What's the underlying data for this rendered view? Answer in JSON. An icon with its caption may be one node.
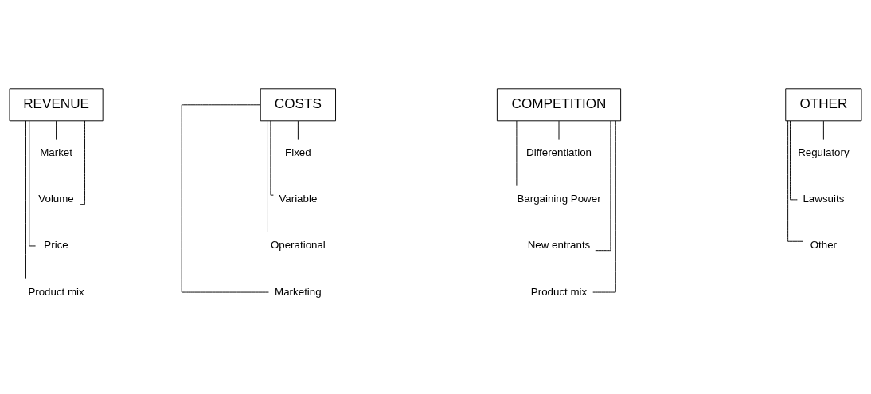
{
  "diagram": {
    "nodes": [
      {
        "text": [
          "REVENUE"
        ]
      },
      {
        "text": [
          "Market"
        ]
      },
      {
        "text": [
          "Volume"
        ]
      },
      {
        "text": [
          "Price"
        ]
      },
      {
        "text": [
          "Product mix"
        ]
      },
      {
        "text": [
          "COSTS"
        ]
      },
      {
        "text": [
          "Fixed"
        ]
      },
      {
        "text": [
          "Variable"
        ]
      },
      {
        "text": [
          "Operational"
        ]
      },
      {
        "text": [
          "Marketing"
        ]
      },
      {
        "text": [
          "COMPETITION"
        ]
      },
      {
        "text": [
          "Differentiation"
        ]
      },
      {
        "text": [
          "Bargaining Power"
        ]
      },
      {
        "text": [
          "New entrants"
        ]
      },
      {
        "text": [
          "Product mix"
        ]
      },
      {
        "text": [
          "OTHER"
        ]
      },
      {
        "text": [
          "Regulatory"
        ]
      },
      {
        "text": [
          "Lawsuits"
        ]
      },
      {
        "text": [
          "Other"
        ]
      }
    ],
    "edges": [
      {
        "from": 0,
        "to": 1,
        "arrow": "none"
      },
      {
        "from": 0,
        "to": 2,
        "arrow": "none"
      },
      {
        "from": 0,
        "to": 3,
        "arrow": "none"
      },
      {
        "from": 0,
        "to": 4,
        "arrow": "none"
      },
      {
        "from": 5,
        "to": 6,
        "arrow": "none"
      },
      {
        "from": 5,
        "to": 7,
        "arrow": "none"
      },
      {
        "from": 5,
        "to": 8,
        "arrow": "none"
      },
      {
        "from": 5,
        "to": 9,
        "arrow": "none"
      },
      {
        "from": 10,
        "to": 11,
        "arrow": "none"
      },
      {
        "from": 10,
        "to": 12,
        "arrow": "none"
      },
      {
        "from": 10,
        "to": 13,
        "arrow": "none"
      },
      {
        "from": 10,
        "to": 14,
        "arrow": "none"
      },
      {
        "from": 15,
        "to": 16,
        "arrow": "none"
      },
      {
        "from": 15,
        "to": 17,
        "arrow": "none"
      },
      {
        "from": 15,
        "to": 18,
        "arrow": "none"
      }
    ]
  }
}
